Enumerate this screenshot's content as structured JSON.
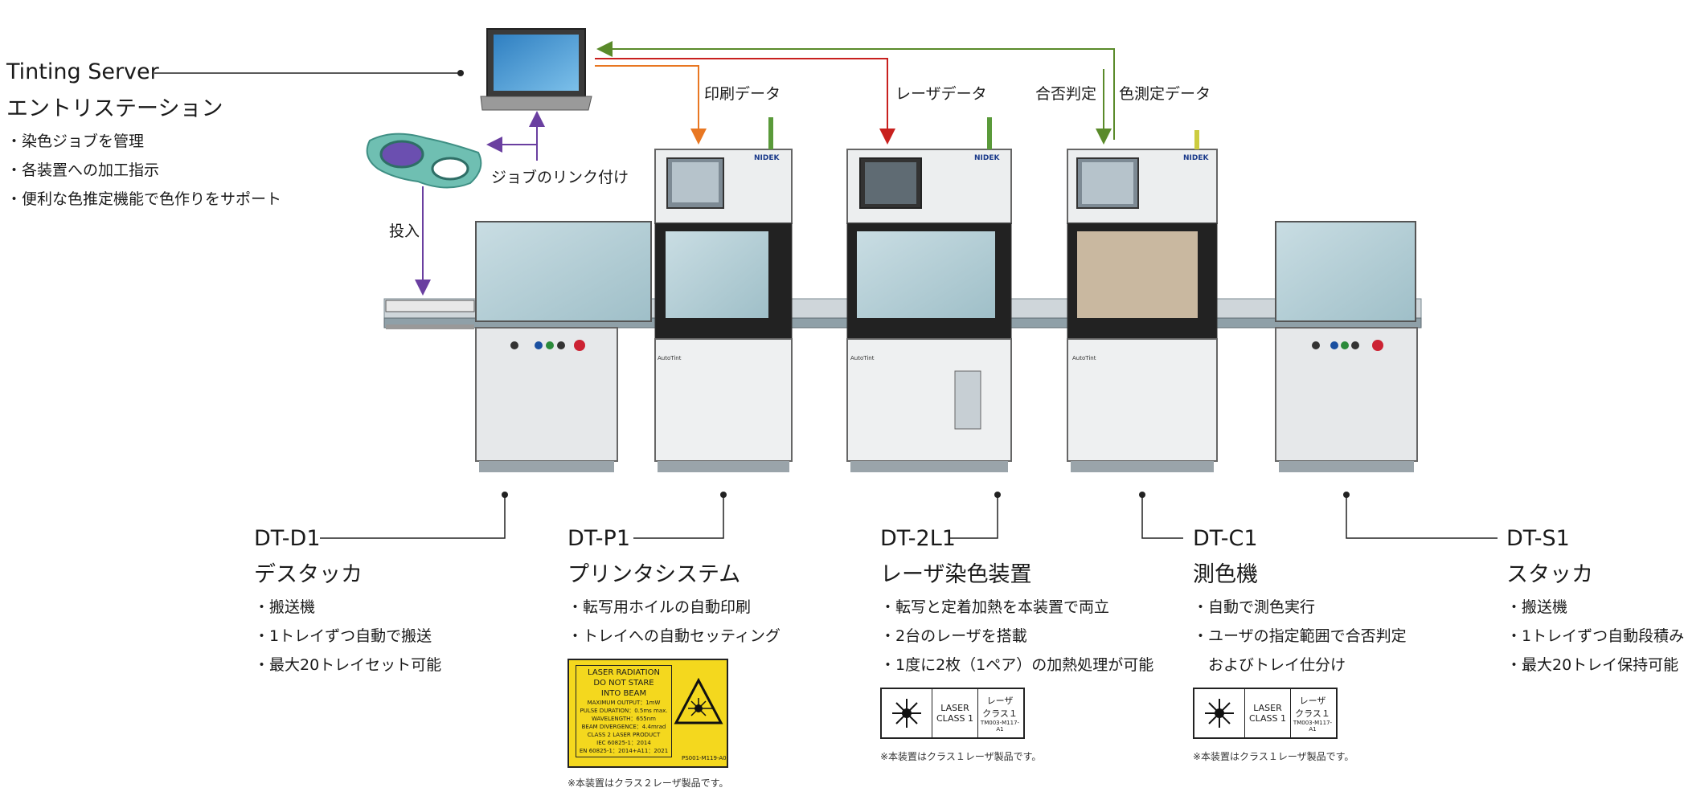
{
  "server": {
    "title": "Tinting Server",
    "subtitle": "エントリステーション",
    "bullets": [
      "・染色ジョブを管理",
      "・各装置への加工指示",
      "・便利な色推定機能で色作りをサポート"
    ]
  },
  "flows": {
    "job_link": "ジョブのリンク付け",
    "load": "投入",
    "print_data": "印刷データ",
    "laser_data": "レーザデータ",
    "pass_fail": "合否判定",
    "color_data": "色測定データ"
  },
  "devices": [
    {
      "code": "DT-D1",
      "name": "デスタッカ",
      "bullets": [
        "・搬送機",
        "・1トレイずつ自動で搬送",
        "・最大20トレイセット可能"
      ]
    },
    {
      "code": "DT-P1",
      "name": "プリンタシステム",
      "bullets": [
        "・転写用ホイルの自動印刷",
        "・トレイへの自動セッティング"
      ]
    },
    {
      "code": "DT-2L1",
      "name": "レーザ染色装置",
      "bullets": [
        "・転写と定着加熱を本装置で両立",
        "・2台のレーザを搭載",
        "・1度に2枚（1ペア）の加熱処理が可能"
      ]
    },
    {
      "code": "DT-C1",
      "name": "測色機",
      "bullets": [
        "・自動で測色実行",
        "・ユーザの指定範囲で合否判定",
        "　およびトレイ仕分け"
      ]
    },
    {
      "code": "DT-S1",
      "name": "スタッカ",
      "bullets": [
        "・搬送機",
        "・1トレイずつ自動段積み",
        "・最大20トレイ保持可能"
      ]
    }
  ],
  "warning_label": {
    "line1": "LASER RADIATION",
    "line2": "DO NOT STARE",
    "line3": "INTO BEAM",
    "spec1": "MAXIMUM OUTPUT：1mW",
    "spec2": "PULSE DURATION：0.5ms max.",
    "spec3": "WAVELENGTH：655nm",
    "spec4": "BEAM DIVERGENCE：4.4mrad",
    "spec5": "CLASS 2 LASER PRODUCT",
    "spec6": "IEC 60825-1：2014",
    "spec7": "EN 60825-1：2014+A11：2021",
    "code": "PS001-M119-A0",
    "note": "※本装置はクラス２レーザ製品です。"
  },
  "class1_label": {
    "en1": "LASER",
    "en2": "CLASS 1",
    "jp1": "レーザ",
    "jp2": "クラス１",
    "code": "TM003-M117-A1",
    "note": "※本装置はクラス１レーザ製品です。"
  },
  "brand": {
    "nidek": "NIDEK",
    "autotint": "AutoTint"
  },
  "colors": {
    "print": "#e87722",
    "laser": "#c8201e",
    "measure": "#5a8a2a",
    "server": "#6a3fa0"
  }
}
